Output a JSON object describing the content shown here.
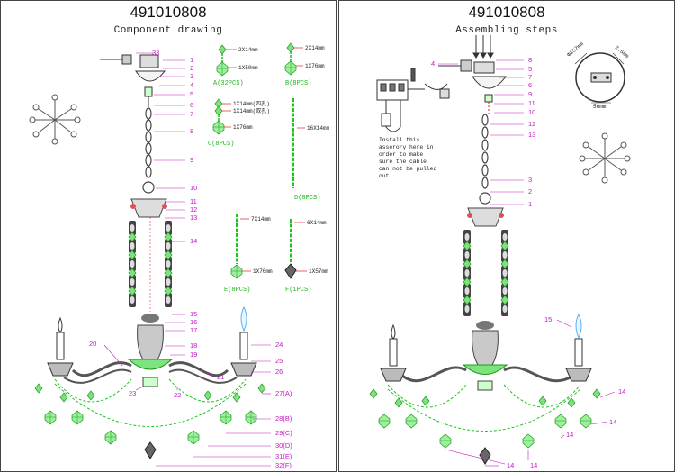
{
  "left": {
    "title": "491010808",
    "subtitle": "Component drawing",
    "callouts": [
      "33",
      "1",
      "2",
      "3",
      "4",
      "5",
      "6",
      "7",
      "8",
      "9",
      "10",
      "11",
      "12",
      "13",
      "14",
      "15",
      "16",
      "17",
      "18",
      "19",
      "20",
      "21",
      "22",
      "23",
      "24",
      "25",
      "26",
      "27(A)",
      "28(B)",
      "29(C)",
      "30(D)",
      "31(E)",
      "32(F)"
    ],
    "parts": {
      "a": {
        "dim1": "2X14mm",
        "dim2": "1X50mm",
        "label": "A(32PCS)"
      },
      "b": {
        "dim1": "2X14mm",
        "dim2": "1X76mm",
        "label": "B(8PCS)"
      },
      "c": {
        "dim1": "1X14mm(四孔)",
        "dim2": "1X14mm(双孔)",
        "dim3": "1X76mm",
        "label": "C(8PCS)"
      },
      "d": {
        "dim1": "16X14mm",
        "label": "D(8PCS)"
      },
      "e": {
        "dim1": "7X14mm",
        "dim2": "1X76mm",
        "label": "E(8PCS)"
      },
      "f": {
        "dim1": "6X14mm",
        "dim2": "1X57mm",
        "label": "F(1PCS)"
      }
    }
  },
  "right": {
    "title": "491010808",
    "subtitle": "Assembling steps",
    "callouts_top": [
      "4",
      "8",
      "5",
      "7",
      "6",
      "9",
      "11",
      "10",
      "12",
      "13",
      "3",
      "2",
      "1"
    ],
    "callout_15": "15",
    "callout_14": "14",
    "note_lines": [
      "Install this",
      "asserory here in",
      "order to make",
      "sure the cable",
      "can not be pulled",
      "out."
    ],
    "detail": {
      "dim_a": "Φ157mm",
      "dim_b": "2.5mm",
      "dim_c": "56mm"
    }
  },
  "colors": {
    "callout": "#c21ac2",
    "crystal": "#1bc61b",
    "arrow": "#e02020",
    "metal": "#555555"
  }
}
